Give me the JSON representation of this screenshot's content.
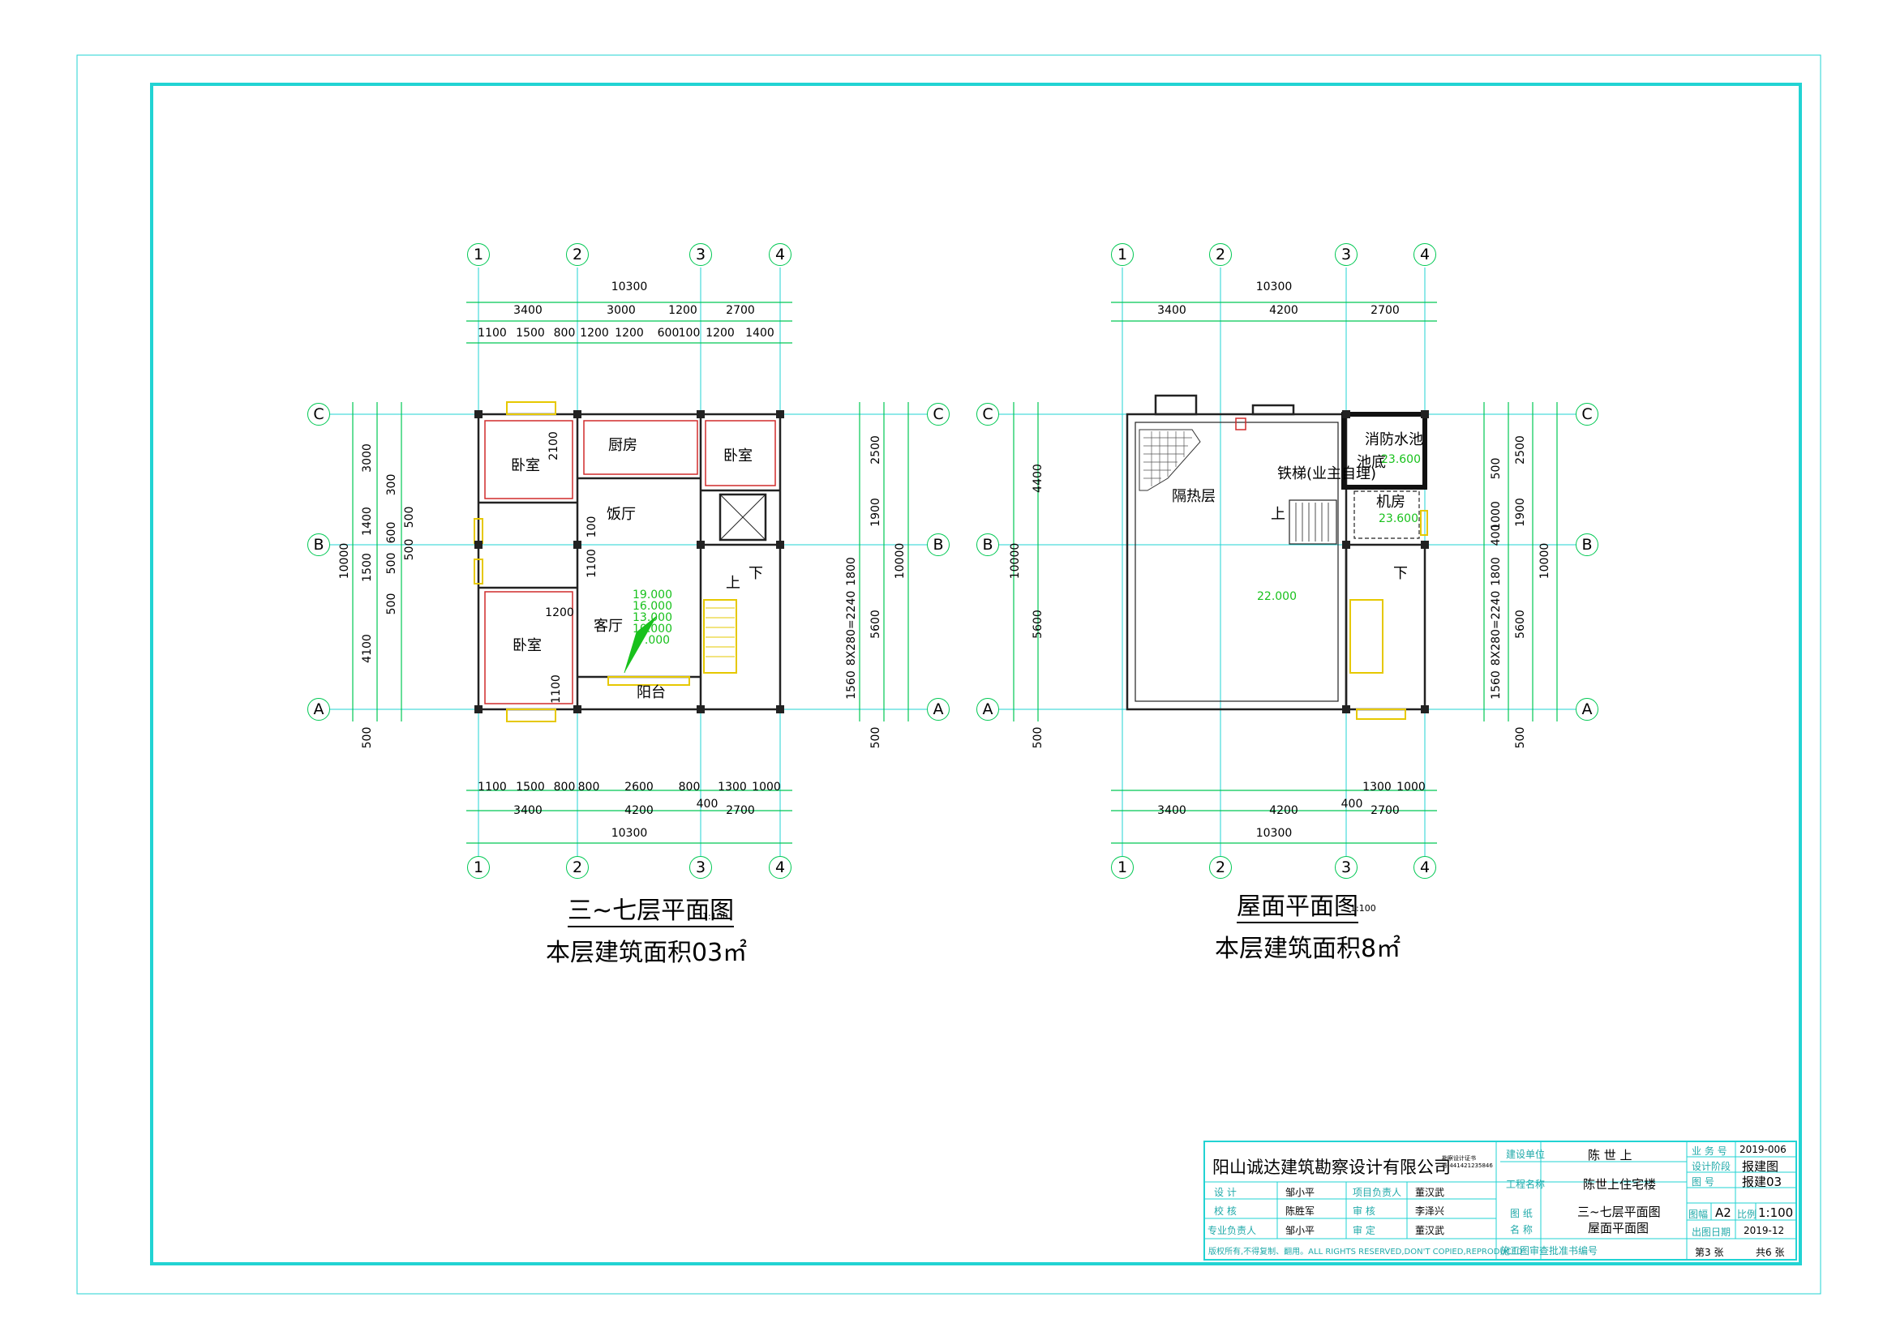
{
  "colors": {
    "border": "#22d3d3",
    "dim": "#00c853",
    "wall": "#222222",
    "red": "#d12b2b",
    "yellow": "#e6c800",
    "level": "#18c11c"
  },
  "axes": {
    "cols": [
      "1",
      "2",
      "3",
      "4"
    ],
    "rows": [
      "C",
      "B",
      "A"
    ]
  },
  "left": {
    "total": "10300",
    "top_l2": [
      "3400",
      "3000",
      "1200",
      "2700"
    ],
    "top_l3": [
      "1100",
      "1500",
      "800",
      "1200",
      "1200",
      "600",
      "100",
      "1200",
      "1400"
    ],
    "bot_l3": [
      "1100",
      "1500",
      "800",
      "800",
      "2600",
      "800",
      "1300",
      "1000"
    ],
    "bot_400": "400",
    "bot_l2": [
      "3400",
      "4200",
      "2700"
    ],
    "left_v": [
      "3000",
      "2100",
      "300",
      "1400",
      "600",
      "500",
      "1500",
      "500",
      "500",
      "500",
      "4100",
      "500"
    ],
    "left_total": "10000",
    "right_v": [
      "2500",
      "1900",
      "1800",
      "5600",
      "1560",
      "8X280=2240",
      "500"
    ],
    "right_total": "10000",
    "rooms": {
      "bed1": "卧室",
      "kitchen": "厨房",
      "bed2": "卧室",
      "dining": "饭厅",
      "living": "客厅",
      "bed3": "卧室",
      "balcony": "阳台",
      "up": "上",
      "down": "下"
    },
    "inner_dims": [
      "100",
      "1100",
      "1200",
      "1100"
    ],
    "levels": [
      "19.000",
      "16.000",
      "13.000",
      "10.000",
      "7.000"
    ],
    "title": "三~七层平面图",
    "scale": "1:100",
    "area": "本层建筑面积03㎡"
  },
  "right": {
    "total": "10300",
    "top_l2": [
      "3400",
      "4200",
      "2700"
    ],
    "bot_l3": [
      "1300",
      "1000"
    ],
    "bot_400": "400",
    "bot_l2": [
      "3400",
      "4200",
      "2700"
    ],
    "left_v": [
      "4400",
      "5600",
      "500"
    ],
    "left_total": "10000",
    "inner_v": [
      "500",
      "1000",
      "400"
    ],
    "right_v": [
      "2500",
      "1900",
      "1800",
      "5600",
      "1560",
      "8X280=2240",
      "500"
    ],
    "right_total": "10000",
    "labels": {
      "tank": "消防水池",
      "tank2": "池底",
      "tank_lvl": "23.600",
      "machine": "机房",
      "machine_lvl": "23.600",
      "ladder": "铁梯(业主自理)",
      "insul": "隔热层",
      "up": "上",
      "down": "下",
      "roof_lvl": "22.000"
    },
    "title": "屋面平面图",
    "scale": "1:100",
    "area": "本层建筑面积8㎡"
  },
  "title_block": {
    "company": "阳山诚达建筑勘察设计有限公司",
    "stamp_note": "勘察设计证书号:441421235846",
    "owner_label": "建设单位",
    "owner": "陈 世 上",
    "project_label": "工程名称",
    "project": "陈世上住宅楼",
    "drawing_label": "图 纸",
    "drawing1": "三~七层平面图",
    "drawing2": "屋面平面图",
    "name_label": "名 称",
    "roles": [
      {
        "role": "设 计",
        "name": "邹小平",
        "role2": "项目负责人",
        "name2": "董汉武"
      },
      {
        "role": "校 核",
        "name": "陈胜军",
        "role2": "审 核",
        "name2": "李泽兴"
      },
      {
        "role": "专业负责人",
        "name": "邹小平",
        "role2": "审 定",
        "name2": "董汉武"
      }
    ],
    "right": [
      {
        "k": "业 务 号",
        "v": "2019-006"
      },
      {
        "k": "设计阶段",
        "v": "报建图"
      },
      {
        "k": "图 号",
        "v": "报建03"
      },
      {
        "k": "图幅",
        "v": "A2",
        "k2": "比例",
        "v2": "1:100"
      },
      {
        "k": "出图日期",
        "v": "2019-12"
      }
    ],
    "sheet": "第3 张",
    "total": "共6 张",
    "copyright": "版权所有,不得复制、翻用。ALL RIGHTS RESERVED,DON'T COPIED,REPRODUCED",
    "review": "施工图审查批准书编号"
  }
}
